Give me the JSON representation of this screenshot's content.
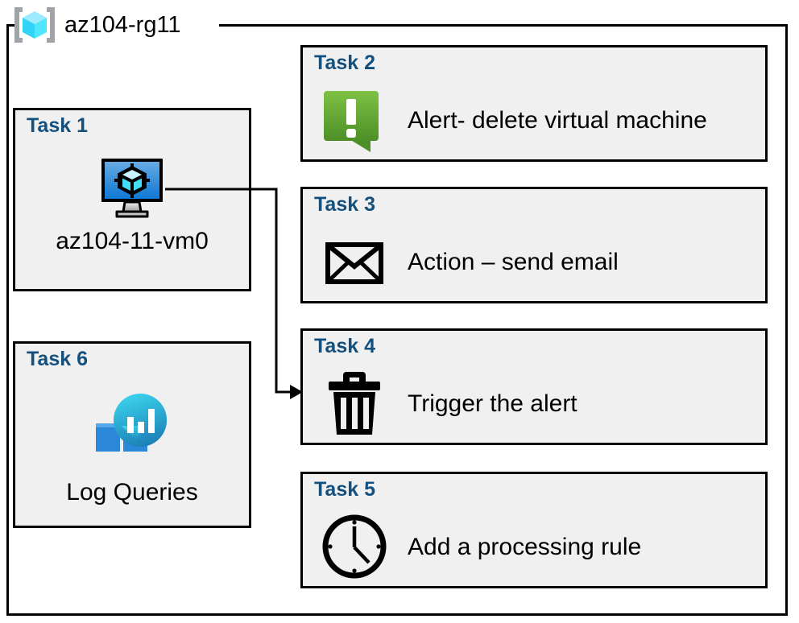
{
  "resource_group": {
    "title": "az104-rg11",
    "icon": "resource-group-cube-icon"
  },
  "colors": {
    "task_label": "#14507D",
    "box_fill": "#f0f0f0",
    "box_border": "#000000",
    "alert_green_light": "#7AC143",
    "alert_green_dark": "#4F9028",
    "vm_screen_top": "#60A5DE",
    "vm_screen_bottom": "#0F78D4",
    "log_square_light": "#55A7EE",
    "log_square_dark": "#2B88D8",
    "log_circle_top": "#2FC9E8",
    "log_circle_bottom": "#1C7FB5",
    "rg_icon_cube": "#50E6FF",
    "rg_icon_bracket": "#A0A4A8"
  },
  "tasks": [
    {
      "id": "task1",
      "label": "Task 1",
      "text": "az104-11-vm0",
      "icon": "virtual-machine-icon",
      "layout": "left"
    },
    {
      "id": "task2",
      "label": "Task 2",
      "text": "Alert- delete virtual machine",
      "icon": "alert-exclamation-icon",
      "layout": "right"
    },
    {
      "id": "task3",
      "label": "Task 3",
      "text": "Action – send email",
      "icon": "envelope-icon",
      "layout": "right"
    },
    {
      "id": "task4",
      "label": "Task 4",
      "text": "Trigger the alert",
      "icon": "trash-delete-icon",
      "layout": "right"
    },
    {
      "id": "task5",
      "label": "Task 5",
      "text": "Add a processing rule",
      "icon": "clock-icon",
      "layout": "right"
    },
    {
      "id": "task6",
      "label": "Task 6",
      "text": "Log Queries",
      "icon": "log-analytics-icon",
      "layout": "left"
    }
  ],
  "connector": {
    "from": "task1-virtual-machine-icon",
    "to": "task4",
    "arrow": "arrowhead-right"
  }
}
